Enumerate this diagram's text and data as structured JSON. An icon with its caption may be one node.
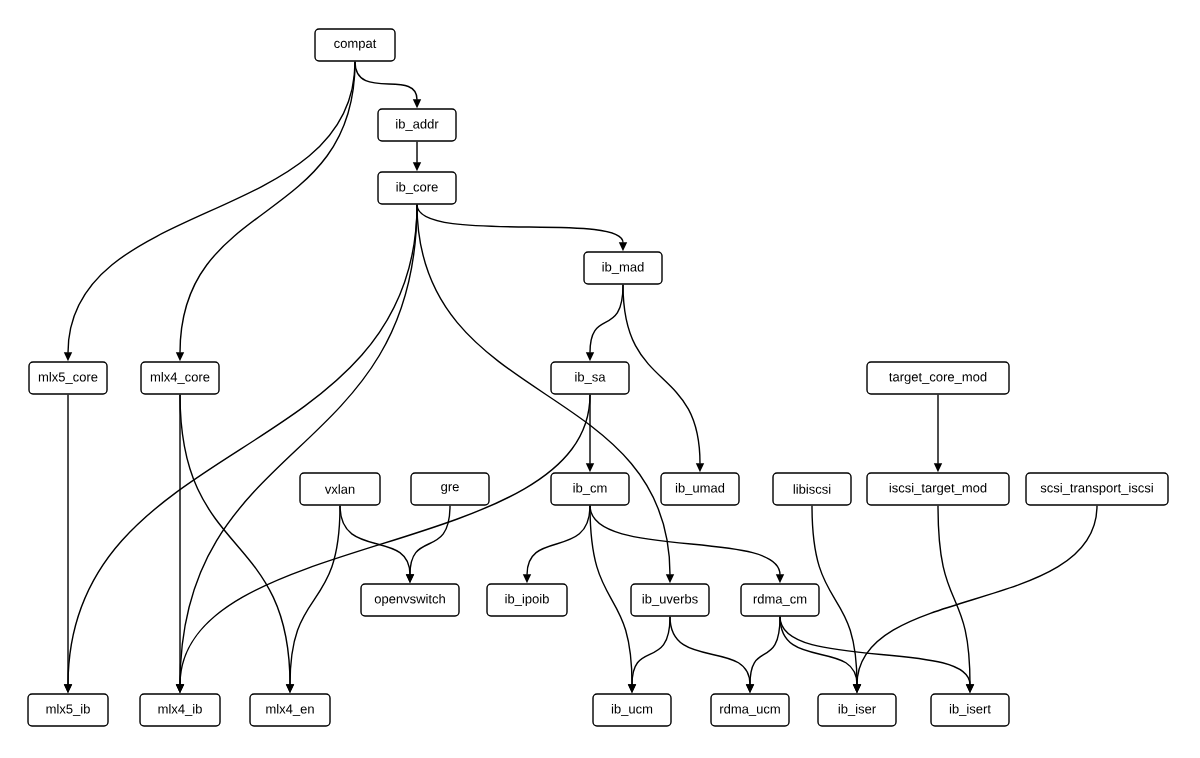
{
  "diagram": {
    "nodes": [
      {
        "text": [
          "compat"
        ]
      },
      {
        "text": [
          "ib_addr"
        ]
      },
      {
        "text": [
          "ib_core"
        ]
      },
      {
        "text": [
          "ib_mad"
        ]
      },
      {
        "text": [
          "mlx5_core"
        ]
      },
      {
        "text": [
          "mlx4_core"
        ]
      },
      {
        "text": [
          "ib_sa"
        ]
      },
      {
        "text": [
          "target_core_mod"
        ]
      },
      {
        "text": [
          "vxlan"
        ]
      },
      {
        "text": [
          "gre"
        ]
      },
      {
        "text": [
          "ib_cm"
        ]
      },
      {
        "text": [
          "ib_umad"
        ]
      },
      {
        "text": [
          "libiscsi"
        ]
      },
      {
        "text": [
          "iscsi_target_mod"
        ]
      },
      {
        "text": [
          "scsi_transport_iscsi"
        ]
      },
      {
        "text": [
          "openvswitch"
        ]
      },
      {
        "text": [
          "ib_ipoib"
        ]
      },
      {
        "text": [
          "ib_uverbs"
        ]
      },
      {
        "text": [
          "rdma_cm"
        ]
      },
      {
        "text": [
          "mlx5_ib"
        ]
      },
      {
        "text": [
          "mlx4_ib"
        ]
      },
      {
        "text": [
          "mlx4_en"
        ]
      },
      {
        "text": [
          "ib_ucm"
        ]
      },
      {
        "text": [
          "rdma_ucm"
        ]
      },
      {
        "text": [
          "ib_iser"
        ]
      },
      {
        "text": [
          "ib_isert"
        ]
      }
    ],
    "edges": [
      {
        "from": 0,
        "to": 1,
        "arrow": "to"
      },
      {
        "from": 0,
        "to": 4,
        "arrow": "to"
      },
      {
        "from": 0,
        "to": 5,
        "arrow": "to"
      },
      {
        "from": 1,
        "to": 2,
        "arrow": "to"
      },
      {
        "from": 2,
        "to": 3,
        "arrow": "to"
      },
      {
        "from": 2,
        "to": 19,
        "arrow": "to"
      },
      {
        "from": 2,
        "to": 20,
        "arrow": "to"
      },
      {
        "from": 2,
        "to": 17,
        "arrow": "to"
      },
      {
        "from": 3,
        "to": 6,
        "arrow": "to"
      },
      {
        "from": 3,
        "to": 11,
        "arrow": "to"
      },
      {
        "from": 4,
        "to": 19,
        "arrow": "to"
      },
      {
        "from": 5,
        "to": 20,
        "arrow": "to"
      },
      {
        "from": 5,
        "to": 21,
        "arrow": "to"
      },
      {
        "from": 6,
        "to": 10,
        "arrow": "to"
      },
      {
        "from": 6,
        "to": 20,
        "arrow": "to"
      },
      {
        "from": 7,
        "to": 13,
        "arrow": "to"
      },
      {
        "from": 8,
        "to": 15,
        "arrow": "to"
      },
      {
        "from": 8,
        "to": 21,
        "arrow": "to"
      },
      {
        "from": 9,
        "to": 15,
        "arrow": "to"
      },
      {
        "from": 10,
        "to": 16,
        "arrow": "to"
      },
      {
        "from": 10,
        "to": 22,
        "arrow": "to"
      },
      {
        "from": 10,
        "to": 18,
        "arrow": "to"
      },
      {
        "from": 12,
        "to": 24,
        "arrow": "to"
      },
      {
        "from": 13,
        "to": 25,
        "arrow": "to"
      },
      {
        "from": 14,
        "to": 24,
        "arrow": "to"
      },
      {
        "from": 17,
        "to": 22,
        "arrow": "to"
      },
      {
        "from": 17,
        "to": 23,
        "arrow": "to"
      },
      {
        "from": 18,
        "to": 23,
        "arrow": "to"
      },
      {
        "from": 18,
        "to": 24,
        "arrow": "to"
      },
      {
        "from": 18,
        "to": 25,
        "arrow": "to"
      }
    ]
  }
}
